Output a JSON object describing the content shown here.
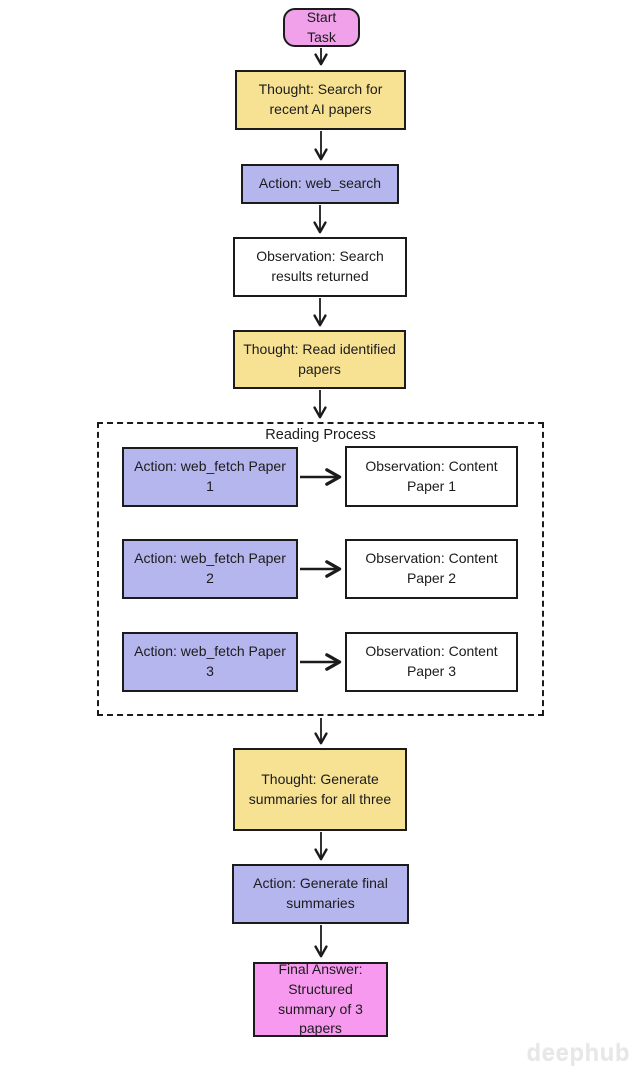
{
  "diagram": {
    "nodes": {
      "start": "Start Task",
      "thought_search": "Thought: Search for recent AI papers",
      "action_search": "Action: web_search",
      "observation_search": "Observation: Search results returned",
      "thought_read": "Thought: Read identified papers",
      "group_label": "Reading Process",
      "action_fetch1": "Action: web_fetch Paper 1",
      "observation_content1": "Observation: Content Paper 1",
      "action_fetch2": "Action: web_fetch Paper 2",
      "observation_content2": "Observation: Content Paper 2",
      "action_fetch3": "Action: web_fetch Paper 3",
      "observation_content3": "Observation: Content Paper 3",
      "thought_summaries": "Thought: Generate summaries for all three",
      "action_final": "Action: Generate final summaries",
      "final_answer": "Final Answer: Structured summary of 3 papers"
    },
    "colors": {
      "start_fill": "#f0a1e9",
      "final_fill": "#f79aef",
      "thought_fill": "#f7e294",
      "action_fill": "#b5b6ee",
      "observation_fill": "#ffffff",
      "stroke": "#1b1b1b",
      "watermark": "#e7e7e7"
    },
    "watermark": "deephub"
  }
}
